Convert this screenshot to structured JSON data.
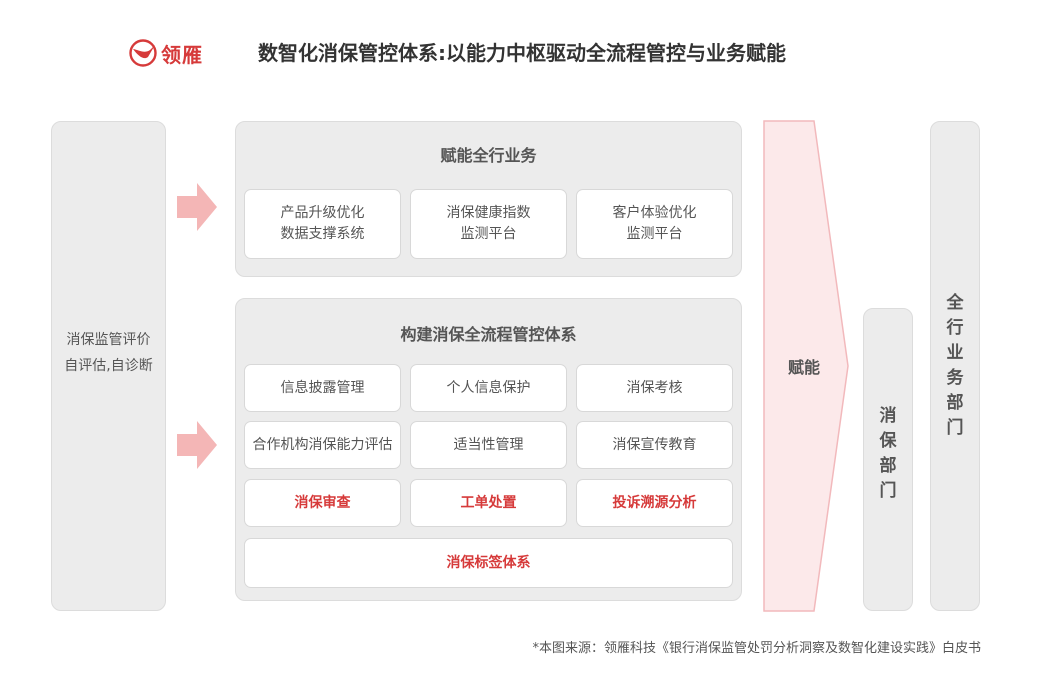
{
  "header": {
    "logo_text": "领雁",
    "title": "数智化消保管控体系:以能力中枢驱动全流程管控与业务赋能"
  },
  "left_column": {
    "line1": "消保监管评价",
    "line2": "自评估,自诊断"
  },
  "top_panel": {
    "title": "赋能全行业务",
    "cards": [
      {
        "line1": "产品升级优化",
        "line2": "数据支撑系统"
      },
      {
        "line1": "消保健康指数",
        "line2": "监测平台"
      },
      {
        "line1": "客户体验优化",
        "line2": "监测平台"
      }
    ]
  },
  "bottom_panel": {
    "title": "构建消保全流程管控体系",
    "row1": [
      "信息披露管理",
      "个人信息保护",
      "消保考核"
    ],
    "row2": [
      "合作机构消保能力评估",
      "适当性管理",
      "消保宣传教育"
    ],
    "row3": [
      "消保审查",
      "工单处置",
      "投诉溯源分析"
    ],
    "row4": "消保标签体系"
  },
  "chevron": {
    "label": "赋能"
  },
  "right_a": {
    "label": "消保部门"
  },
  "right_b": {
    "label": "全行业务部门"
  },
  "footer": {
    "source": "*本图来源：领雁科技《银行消保监管处罚分析洞察及数智化建设实践》白皮书"
  },
  "colors": {
    "accent_red": "#d63a3a",
    "arrow_pink": "#f4b6b6",
    "chevron_fill": "#fce9ea",
    "panel_gray": "#ececec",
    "text_gray": "#555555"
  }
}
